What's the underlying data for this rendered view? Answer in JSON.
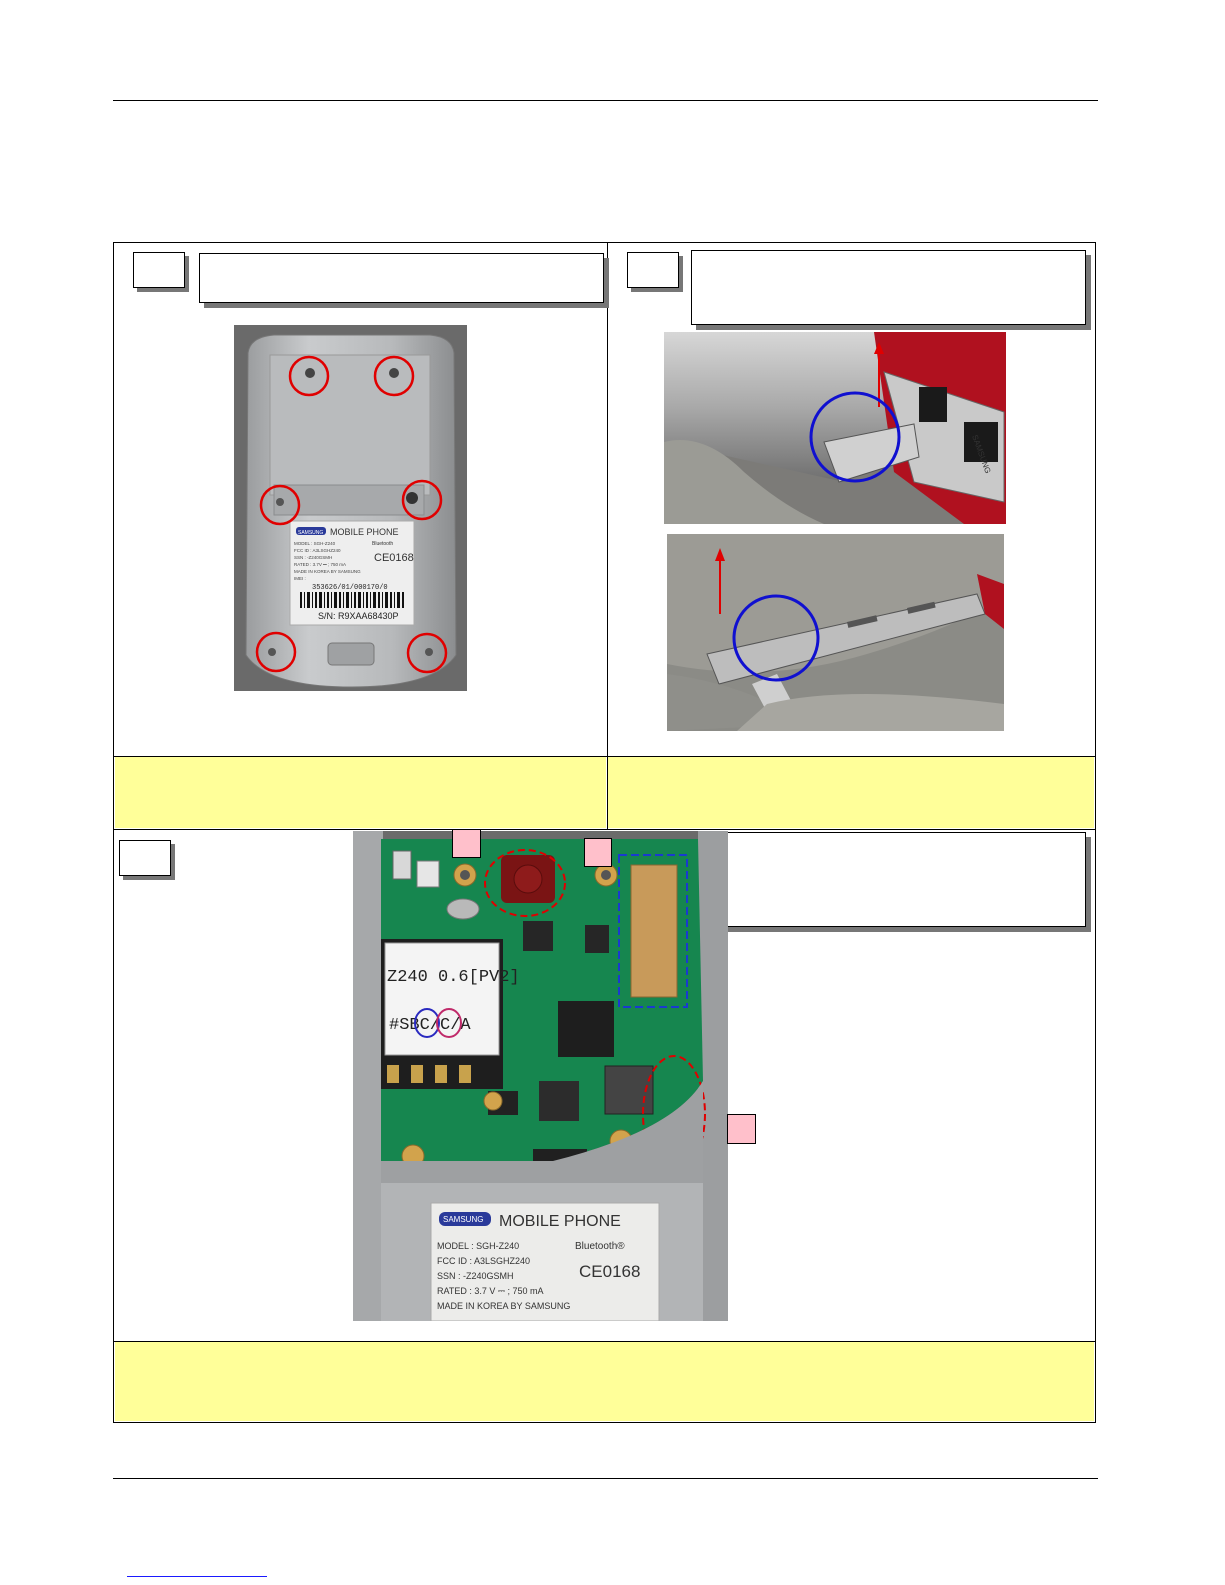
{
  "steps": [
    {
      "id": "step-1",
      "number": "",
      "title": "",
      "note": ""
    },
    {
      "id": "step-2",
      "number": "",
      "title": "",
      "note": ""
    },
    {
      "id": "step-3",
      "number": "",
      "title": "",
      "note": ""
    }
  ],
  "markers": [
    "",
    "",
    ""
  ],
  "photo1": {
    "label_brand": "SAMSUNG",
    "label_title": "MOBILE PHONE",
    "label_lines": [
      "MODEL : SGH-Z240",
      "FCC ID : A3LSGHZ240",
      "SSN : -Z240GSMH",
      "RATED : 3.7V ⎓ ; 750 mA",
      "MADE IN KOREA BY SAMSUNG",
      "IMEI :"
    ],
    "imei": "353626/01/000170/0",
    "serial": "S/N: R9XAA68430P",
    "ce_mark": "CE0168",
    "bt_mark": "Bluetooth"
  },
  "photo2": {
    "brand": "SAMSUNG"
  },
  "photo4": {
    "board_text_1": "Z240 0.6[PV2]",
    "board_text_2": "#SBC/C/A",
    "label_brand": "SAMSUNG",
    "label_title": "MOBILE PHONE",
    "label_lines": [
      "MODEL : SGH-Z240",
      "FCC ID : A3LSGHZ240",
      "SSN : -Z240GSMH",
      "RATED : 3.7 V ⎓ ; 750 mA",
      "MADE IN KOREA BY SAMSUNG"
    ],
    "bt_mark": "Bluetooth®",
    "ce_mark": "CE0168"
  },
  "colors": {
    "note_bg": "#ffff99",
    "marker_bg": "#ffc0cb",
    "circle_red": "#e00000",
    "circle_blue": "#1010d0"
  }
}
